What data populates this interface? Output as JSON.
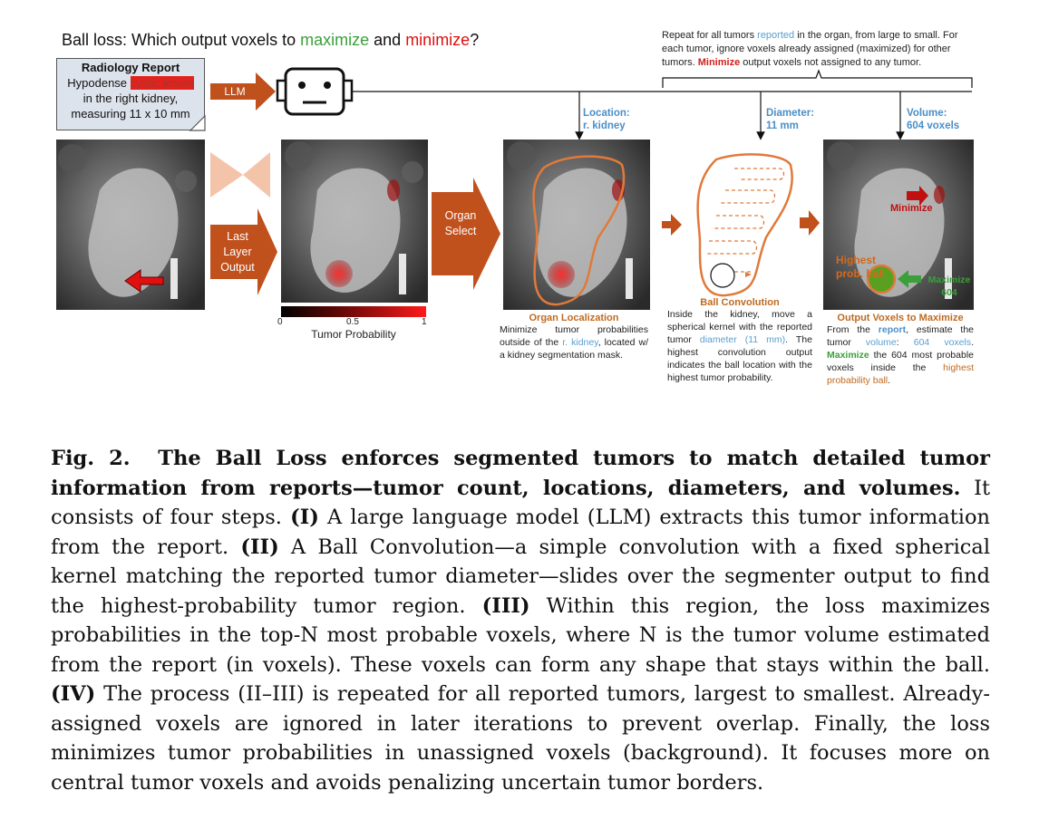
{
  "figure": {
    "title": {
      "prefix": "Ball loss: Which output voxels to ",
      "maximize": "maximize",
      "and": " and ",
      "minimize": "minimize",
      "suffix": "?"
    },
    "repeat_note": {
      "t1": "Repeat for all tumors ",
      "reported": "reported",
      "t2": " in the organ, from large to small. For each tumor, ignore voxels already assigned (maximized) for other tumors. ",
      "minimize": "Minimize",
      "t3": " output voxels not assigned to any tumor."
    },
    "report": {
      "heading": "Radiology Report",
      "line1_prefix": "Hypodense ",
      "line1_highlight": "cystic lesion",
      "line2": "in the right kidney,",
      "line3": "measuring 11 x 10 mm"
    },
    "llm_label": "LLM",
    "last_layer_label": [
      "Last",
      "Layer",
      "Output"
    ],
    "organ_select_label": [
      "Organ",
      "Select"
    ],
    "location": {
      "label": "Location:",
      "value": "r. kidney"
    },
    "diameter": {
      "label": "Diameter:",
      "value": "11 mm"
    },
    "volume": {
      "label": "Volume:",
      "value": "604 voxels"
    },
    "colorbar": {
      "ticks": [
        "0",
        "0.5",
        "1"
      ],
      "label": "Tumor Probability"
    },
    "panel_minimize": "Minimize",
    "panel_highest": "Highest prob. ball",
    "panel_maximize": "Maximize 604",
    "organ_localization": {
      "heading": "Organ Localization",
      "p1": "Minimize tumor probabilities outside of the ",
      "kidney": "r. kidney",
      "p2": ", located w/ a kidney segmentation mask."
    },
    "ball_convolution": {
      "heading": "Ball Convolution",
      "p1": "Inside the kidney, move a spherical kernel with the reported tumor ",
      "diameter": "diameter",
      "space": " ",
      "mm": "(11 mm)",
      "p2": ". The highest convolution output indicates the ball location with the highest tumor probability."
    },
    "output_voxels": {
      "heading": "Output Voxels to Maximize",
      "p1": "From the ",
      "report": "report",
      "p2": ", estimate the tumor ",
      "volume": "volume",
      "p3": ": ",
      "voxels": "604 voxels",
      "p4": ". ",
      "maximize": "Maximize",
      "p5": " the 604 most probable voxels inside the ",
      "ball": "highest probability ball",
      "p6": "."
    }
  },
  "caption": {
    "label": "Fig. 2.",
    "bold_title": "The Ball Loss enforces segmented tumors to match detailed tumor information from reports—tumor count, locations, diameters, and volumes.",
    "s1": "It consists of four steps.",
    "s1_step": "(I)",
    "s2": "A large language model (LLM) extracts this tumor information from the report.",
    "s2_step": "(II)",
    "s3": "A Ball Convolution—a simple convolution with a fixed spherical kernel matching the reported tumor diameter—slides over the segmenter output to find the highest-probability tumor region.",
    "s3_step": "(III)",
    "s4": "Within this region, the loss maximizes probabilities in the top-N most probable voxels, where N is the tumor volume estimated from the report (in voxels). These voxels can form any shape that stays within the ball.",
    "s4_step": "(IV)",
    "s5": "The process (II–III) is repeated for all reported tumors, largest to smallest. Already-assigned voxels are ignored in later iterations to prevent overlap. Finally, the loss minimizes tumor probabilities in unassigned voxels (background). It focuses more on central tumor voxels and avoids penalizing uncertain tumor borders."
  },
  "colors": {
    "arrow": "#c0501c",
    "organ_outline": "#e07a3a",
    "label_blue": "#4a8fc8",
    "maximize_green": "#3aa03a",
    "minimize_red": "#e01010"
  }
}
